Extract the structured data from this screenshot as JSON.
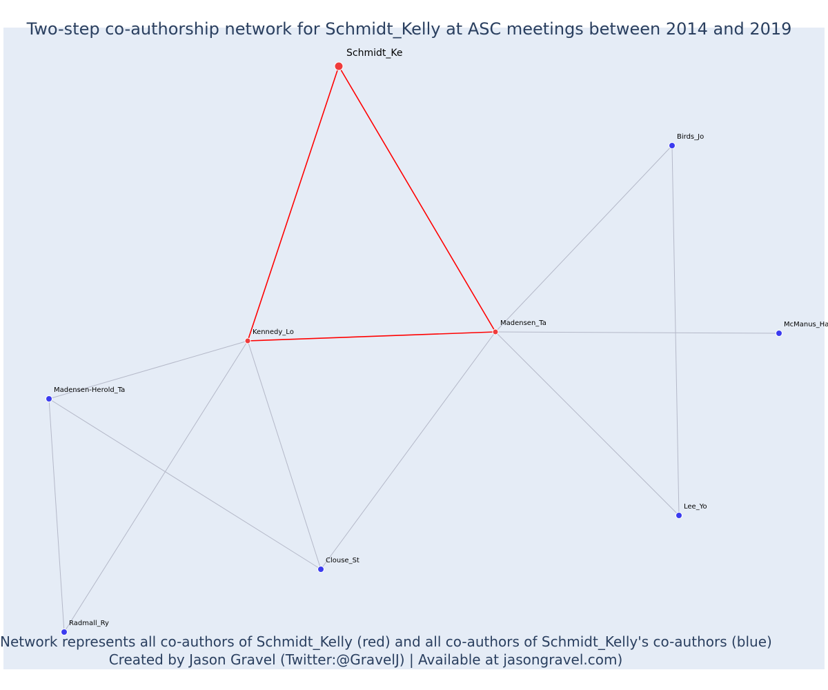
{
  "title": "Two-step co-authorship network for Schmidt_Kelly at ASC meetings between 2014 and 2019",
  "caption": {
    "line1": "Network represents all co-authors of Schmidt_Kelly (red) and all co-authors of Schmidt_Kelly's co-authors (blue)",
    "line2": "Created by Jason Gravel (Twitter:@GravelJ) | Available at jasongravel.com)"
  },
  "colors": {
    "focal": "#ef3b3b",
    "first_degree": "#ef3b3b",
    "second_degree": "#3b3bef",
    "primary_edge": "#ff0000",
    "secondary_edge": "#b4b8c8",
    "background": "#e5ecf6"
  },
  "nodes": [
    {
      "id": "Schmidt_Ke",
      "label": "Schmidt_Ke",
      "group": "focal"
    },
    {
      "id": "Kennedy_Lo",
      "label": "Kennedy_Lo",
      "group": "first_degree"
    },
    {
      "id": "Madensen_Ta",
      "label": "Madensen_Ta",
      "group": "first_degree"
    },
    {
      "id": "Birds_Jo",
      "label": "Birds_Jo",
      "group": "second_degree"
    },
    {
      "id": "McManus_Ha",
      "label": "McManus_Ha",
      "group": "second_degree"
    },
    {
      "id": "Madensen-Herold_Ta",
      "label": "Madensen-Herold_Ta",
      "group": "second_degree"
    },
    {
      "id": "Lee_Yo",
      "label": "Lee_Yo",
      "group": "second_degree"
    },
    {
      "id": "Clouse_St",
      "label": "Clouse_St",
      "group": "second_degree"
    },
    {
      "id": "Radmall_Ry",
      "label": "Radmall_Ry",
      "group": "second_degree"
    }
  ],
  "edges": [
    {
      "source": "Schmidt_Ke",
      "target": "Kennedy_Lo",
      "type": "primary"
    },
    {
      "source": "Schmidt_Ke",
      "target": "Madensen_Ta",
      "type": "primary"
    },
    {
      "source": "Kennedy_Lo",
      "target": "Madensen_Ta",
      "type": "primary"
    },
    {
      "source": "Madensen_Ta",
      "target": "Birds_Jo",
      "type": "secondary"
    },
    {
      "source": "Madensen_Ta",
      "target": "McManus_Ha",
      "type": "secondary"
    },
    {
      "source": "Madensen_Ta",
      "target": "Lee_Yo",
      "type": "secondary"
    },
    {
      "source": "Madensen_Ta",
      "target": "Clouse_St",
      "type": "secondary"
    },
    {
      "source": "Birds_Jo",
      "target": "Lee_Yo",
      "type": "secondary"
    },
    {
      "source": "Kennedy_Lo",
      "target": "Madensen-Herold_Ta",
      "type": "secondary"
    },
    {
      "source": "Kennedy_Lo",
      "target": "Clouse_St",
      "type": "secondary"
    },
    {
      "source": "Kennedy_Lo",
      "target": "Radmall_Ry",
      "type": "secondary"
    },
    {
      "source": "Madensen-Herold_Ta",
      "target": "Clouse_St",
      "type": "secondary"
    },
    {
      "source": "Madensen-Herold_Ta",
      "target": "Radmall_Ry",
      "type": "secondary"
    }
  ]
}
